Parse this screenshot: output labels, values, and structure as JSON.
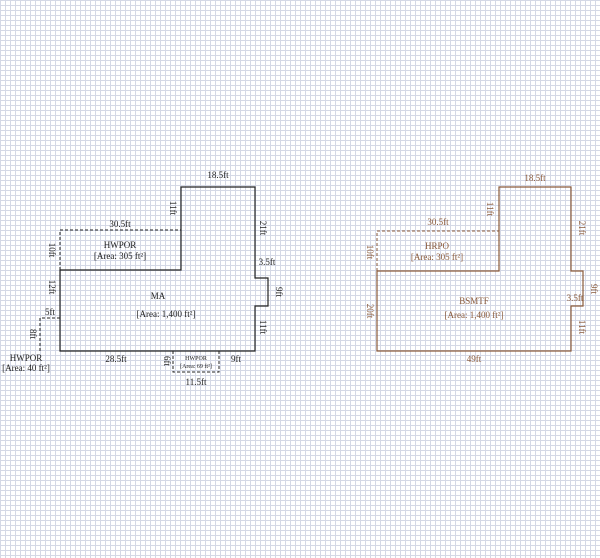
{
  "sketch_left": {
    "main": {
      "name": "MA",
      "area": "[Area: 1,400 ft²]"
    },
    "porch_top": {
      "name": "HWPOR",
      "area": "[Area: 305 ft²]"
    },
    "porch_left": {
      "name": "HWPOR",
      "area": "[Area: 40 ft²]"
    },
    "porch_bottom": {
      "name": "HWPOR",
      "area": "[Area: 69 ft²]"
    },
    "dims": {
      "top": "18.5ft",
      "upper_left_v": "11ft",
      "porch_width": "30.5ft",
      "right_upper": "21ft",
      "porch_height": "10ft",
      "bump_w": "3.5ft",
      "bump_h": "9ft",
      "left_v": "12ft",
      "small_w": "5ft",
      "small_h": "8ft",
      "right_lower": "11ft",
      "bottom_left": "28.5ft",
      "bottom_right": "9ft",
      "bp_h": "6ft",
      "bp_w": "11.5ft"
    }
  },
  "sketch_right": {
    "main": {
      "name": "BSMTF",
      "area": "[Area: 1,400 ft²]"
    },
    "porch": {
      "name": "HRPO",
      "area": "[Area: 305 ft²]"
    },
    "dims": {
      "top": "18.5ft",
      "upper_left_v": "11ft",
      "porch_width": "30.5ft",
      "right_upper": "21ft",
      "porch_height": "10ft",
      "left_v": "20ft",
      "bump_w": "3.5ft",
      "bump_h": "9ft",
      "right_lower": "11ft",
      "bottom": "49ft"
    }
  },
  "colors": {
    "left": "#222222",
    "right": "#8a5a3a"
  }
}
